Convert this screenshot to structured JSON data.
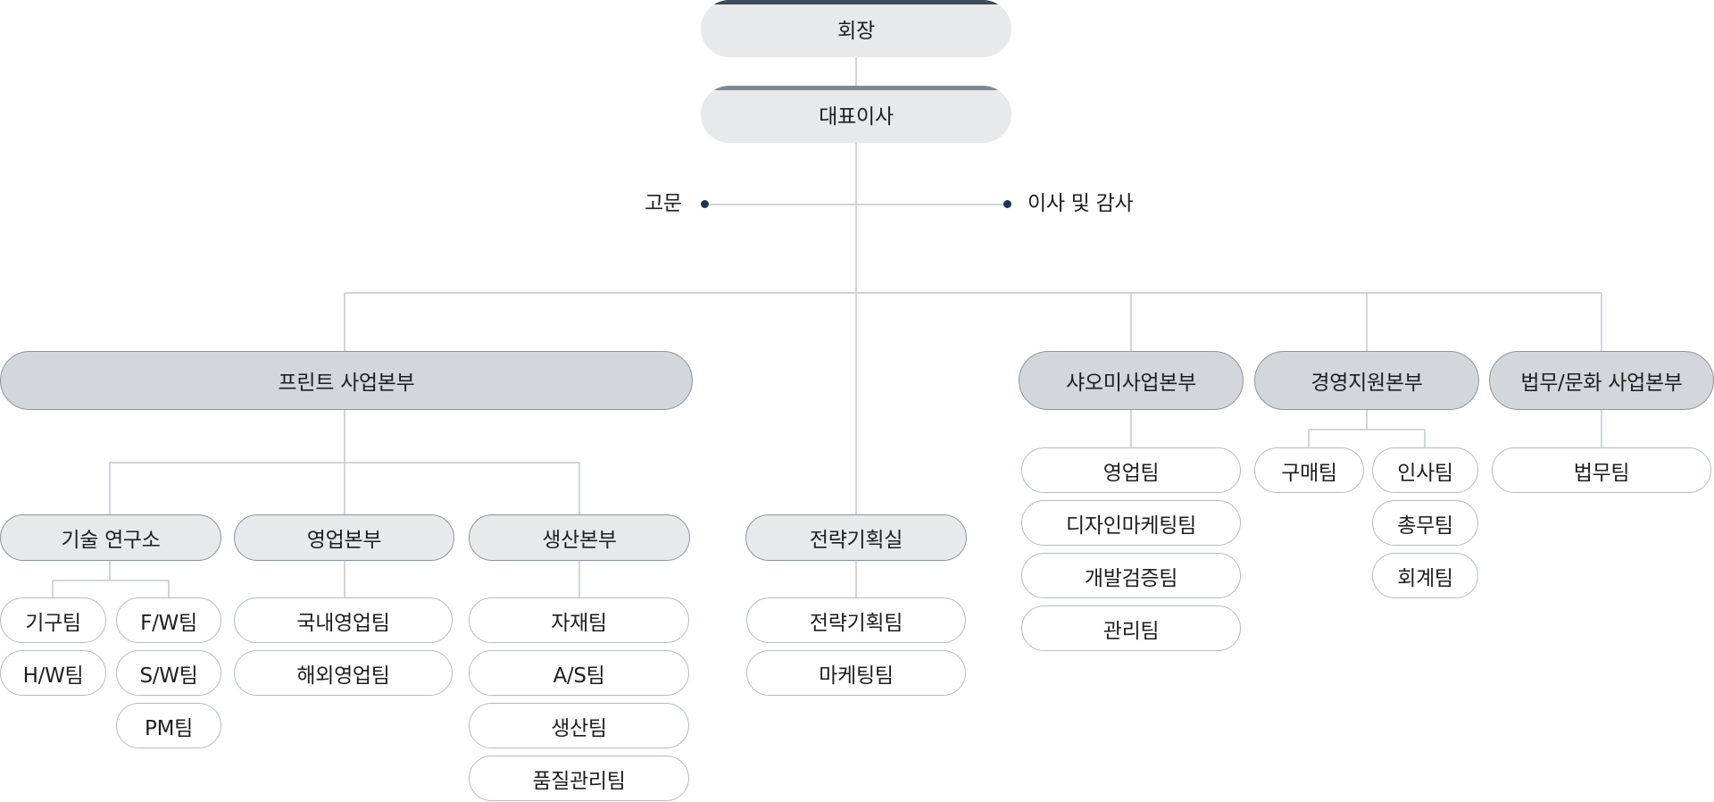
{
  "colors": {
    "line": "#c3c7cc",
    "chairman_bar": "#3d4a5c",
    "ceo_bar": "#7d8896",
    "dot": "#24334a"
  },
  "chairman": "회장",
  "ceo": "대표이사",
  "advisor": "고문",
  "board": "이사 및 감사",
  "print": {
    "title": "프린트 사업본부",
    "rnd": {
      "title": "기술 연구소",
      "teams": [
        "기구팀",
        "F/W팀",
        "H/W팀",
        "S/W팀",
        "PM팀"
      ]
    },
    "sales": {
      "title": "영업본부",
      "teams": [
        "국내영업팀",
        "해외영업팀"
      ]
    },
    "production": {
      "title": "생산본부",
      "teams": [
        "자재팀",
        "A/S팀",
        "생산팀",
        "품질관리팀"
      ]
    }
  },
  "strategy": {
    "title": "전략기획실",
    "teams": [
      "전략기획팀",
      "마케팅팀"
    ]
  },
  "xiaomi": {
    "title": "샤오미사업본부",
    "teams": [
      "영업팀",
      "디자인마케팅팀",
      "개발검증팀",
      "관리팀"
    ]
  },
  "management": {
    "title": "경영지원본부",
    "teams": [
      "구매팀",
      "인사팀",
      "총무팀",
      "회계팀"
    ]
  },
  "legal": {
    "title": "법무/문화 사업본부",
    "teams": [
      "법무팀"
    ]
  }
}
